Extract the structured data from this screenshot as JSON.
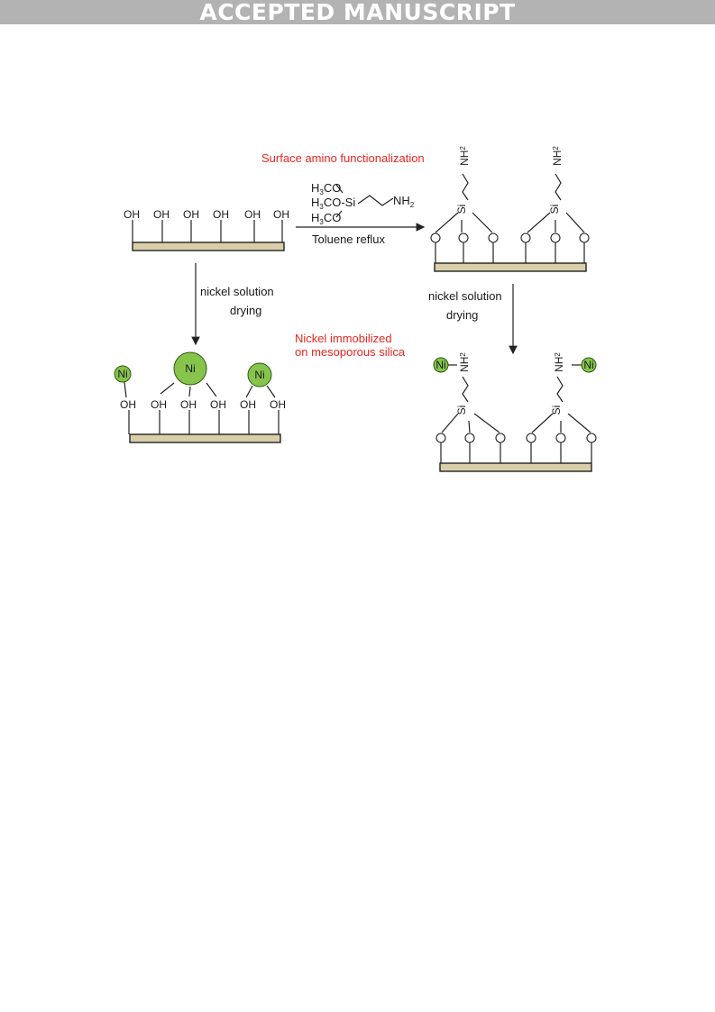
{
  "header": {
    "banner": "ACCEPTED MANUSCRIPT"
  },
  "labels": {
    "surface_amino_functionalization": "Surface amino functionalization",
    "reagent_line1": "H3CO",
    "reagent_line2": "H3CO-Si",
    "reagent_line3": "H3CO",
    "reagent_amine": "NH2",
    "toluene_reflux": "Toluene reflux",
    "nickel_solution_left": "nickel solution",
    "drying_left": "drying",
    "nickel_solution_right": "nickel solution",
    "drying_right": "drying",
    "nickel_immobilized_line1": "Nickel immobilized",
    "nickel_immobilized_line2": "on mesoporous silica"
  },
  "groups": {
    "hydroxyl": "OH",
    "nickel": "Ni",
    "silicon": "Si",
    "amine": "NH2"
  },
  "colors": {
    "highlight_text": "#e8261f",
    "nickel_fill": "#86c44c",
    "surface_fill": "#d8cfa9",
    "banner_bg": "#b3b3b3"
  }
}
